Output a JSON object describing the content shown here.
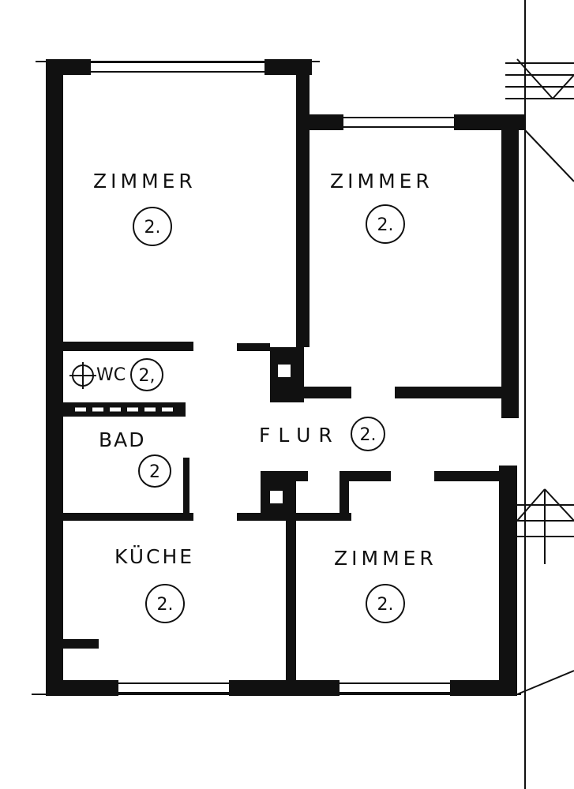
{
  "rooms": {
    "zimmer_top_left": {
      "name": "ZIMMER",
      "number": "2."
    },
    "zimmer_top_right": {
      "name": "ZIMMER",
      "number": "2."
    },
    "wc": {
      "name": "WC",
      "number": "2,"
    },
    "bad": {
      "name": "BAD",
      "number": "2"
    },
    "flur": {
      "name": "FLUR",
      "number": "2."
    },
    "kueche": {
      "name": "KÜCHE",
      "number": "2."
    },
    "zimmer_bottom_right": {
      "name": "ZIMMER",
      "number": "2."
    }
  },
  "colors": {
    "wall": "#111111",
    "background": "#ffffff"
  }
}
